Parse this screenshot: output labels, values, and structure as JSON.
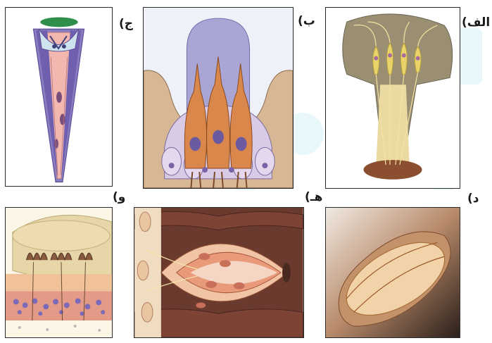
{
  "labels": {
    "a": "الف)",
    "b": "ب)",
    "c": "ج)",
    "d": "د)",
    "e": "هـ)",
    "f": "و)"
  },
  "colors": {
    "watermark": "#4bbfd6",
    "frame": "#2b2b2b",
    "pink_cell": "#f2b8b0",
    "purple_cell": "#8a7cc0",
    "orange_cell": "#d9874a",
    "tan_tissue": "#d8b894",
    "olive": "#9a8f73",
    "brown_muscle": "#6b3a2e"
  }
}
